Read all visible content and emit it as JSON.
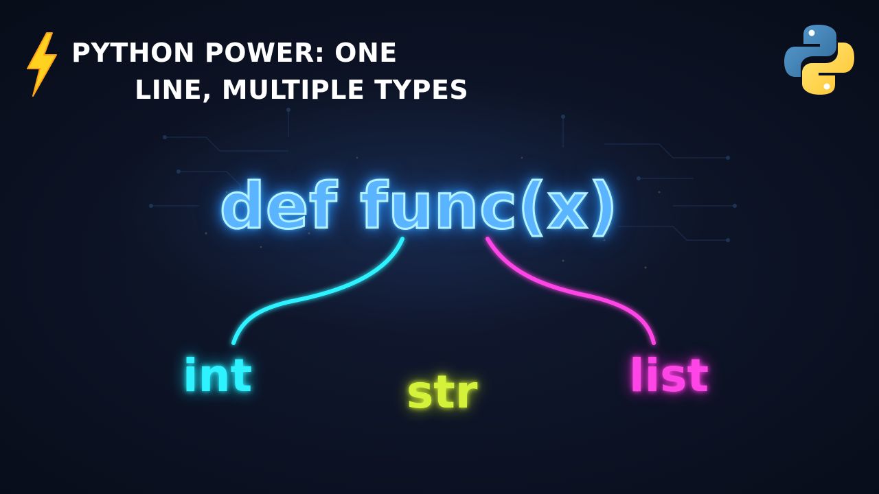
{
  "title": {
    "line1": "PYTHON POWER: ONE",
    "line2": "LINE, MULTIPLE TYPES"
  },
  "code": "def func(x)",
  "types": [
    {
      "label": "int",
      "color": "#2ef2ff"
    },
    {
      "label": "str",
      "color": "#d5f23a"
    },
    {
      "label": "list",
      "color": "#ff45e6"
    }
  ],
  "icons": {
    "left": "lightning-bolt-icon",
    "right": "python-logo"
  },
  "colors": {
    "background": "#0b1121",
    "code_glow": "#5ab4ff",
    "bolt": "#ffd21f",
    "python_blue": "#3d78b0",
    "python_yellow": "#ffd43b"
  }
}
